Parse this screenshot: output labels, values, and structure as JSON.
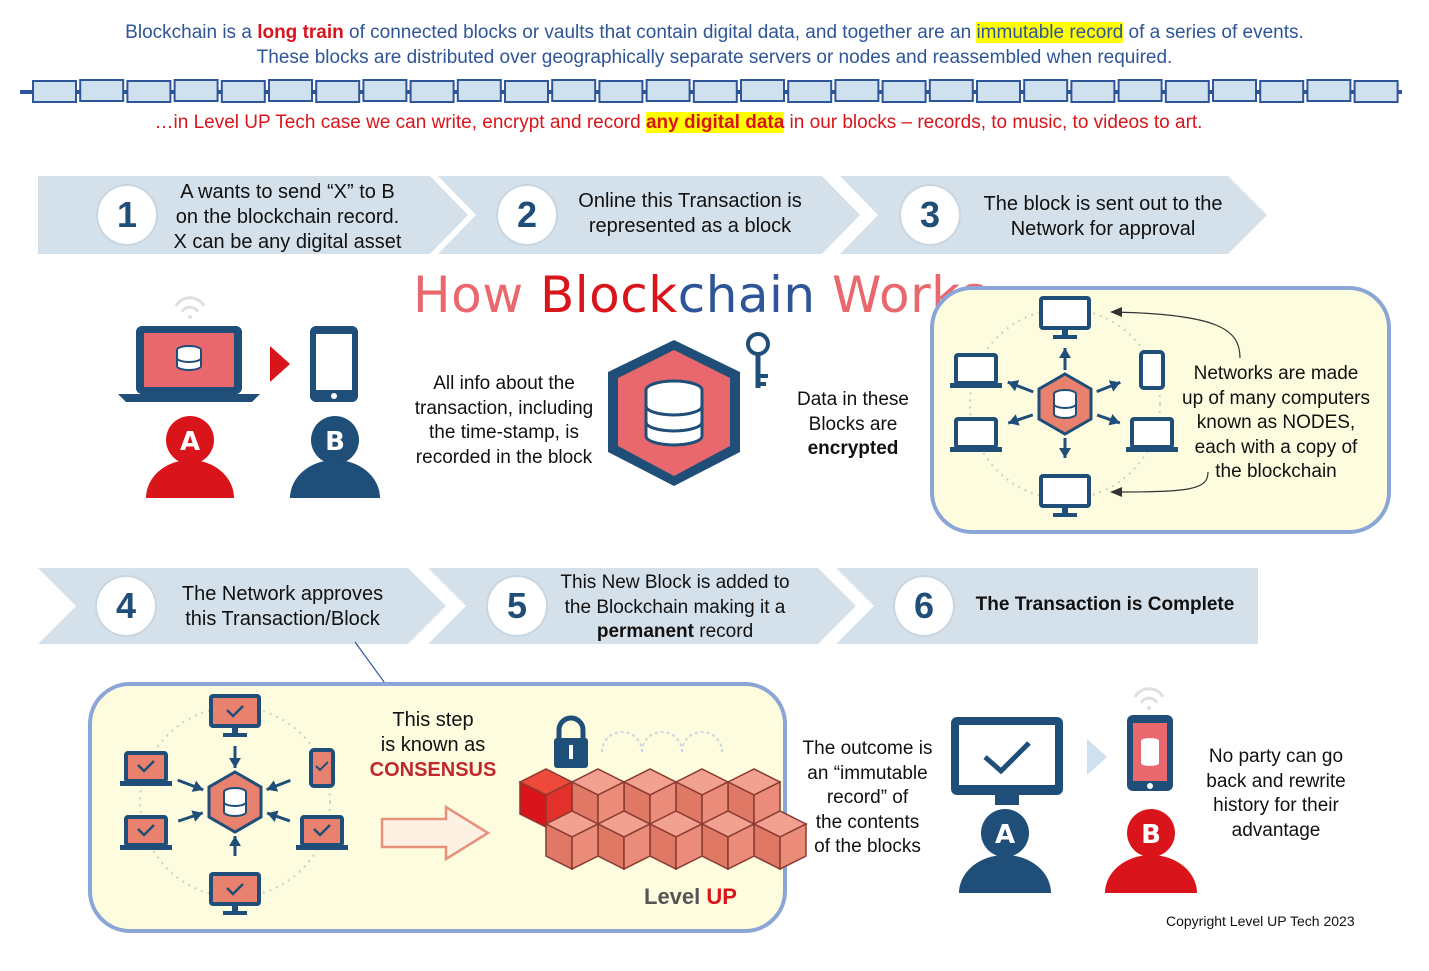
{
  "intro": {
    "line1_a": "Blockchain is a ",
    "line1_b": "long train",
    "line1_c": " of connected blocks or vaults that contain digital data, and together are an ",
    "line1_d": "immutable record",
    "line1_e": " of a series of events.",
    "line2": "These blocks are distributed over geographically separate servers or nodes and reassembled when required.",
    "line3_a": "…in Level UP Tech case we can write, encrypt and record ",
    "line3_b": "any digital data",
    "line3_c": " in our blocks – records, to music, to videos to art."
  },
  "steps": [
    {
      "number": "1",
      "lines": [
        "A wants to send “X” to B",
        "on the blockchain record.",
        "X can be any digital asset"
      ]
    },
    {
      "number": "2",
      "lines": [
        "Online this Transaction is",
        "represented as a block"
      ]
    },
    {
      "number": "3",
      "lines": [
        "The block is sent out to the",
        "Network for approval"
      ]
    },
    {
      "number": "4",
      "lines": [
        "The Network approves",
        "this Transaction/Block"
      ]
    },
    {
      "number": "5",
      "lines": [
        "This New Block is added to",
        "the Blockchain making it a",
        "record"
      ],
      "bold_word": "permanent"
    },
    {
      "number": "6",
      "lines": [
        "The Transaction is Complete"
      ]
    }
  ],
  "title": {
    "part1": "How ",
    "part2": "Block",
    "part3": "chain",
    "part4": " Works"
  },
  "people": {
    "a": "A",
    "b": "B"
  },
  "captions": {
    "block_info": [
      "All info about the",
      "transaction, including",
      "the time-stamp, is",
      "recorded in the block"
    ],
    "encrypted": [
      "Data in these",
      "Blocks are"
    ],
    "encrypted_bold": "encrypted",
    "network": [
      "Networks are made",
      "up of many computers",
      "known as NODES,",
      "each with a copy of",
      "the blockchain"
    ],
    "consensus": [
      "This step",
      "is known as"
    ],
    "consensus_bold": "CONSENSUS",
    "outcome": [
      "The outcome is",
      "an “immutable",
      "record” of",
      "the contents",
      "of  the blocks"
    ],
    "no_party": [
      "No party can go",
      "back and rewrite",
      "history for their",
      "advantage"
    ]
  },
  "logo": {
    "level": "Level",
    "up": "UP"
  },
  "copyright": "Copyright Level UP Tech 2023",
  "colors": {
    "blue_dark": "#1f4e79",
    "red": "#d9151b",
    "pink": "#e8686e",
    "chevron": "#d5e1ea",
    "panel": "#fdfcde",
    "panel_border": "#8aa6d6",
    "block_fill": "#cfe0ee",
    "block_stroke": "#2e5597"
  }
}
